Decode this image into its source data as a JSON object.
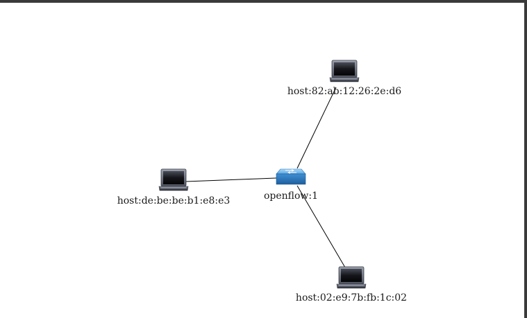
{
  "topology": {
    "switch": {
      "id": "s1",
      "label": "openflow:1",
      "icon": "switch-icon",
      "color": "#3d8fd0"
    },
    "hosts": [
      {
        "id": "h1",
        "label": "host:82:ab:12:26:2e:d6",
        "icon": "laptop-icon"
      },
      {
        "id": "h2",
        "label": "host:de:be:be:b1:e8:e3",
        "icon": "laptop-icon"
      },
      {
        "id": "h3",
        "label": "host:02:e9:7b:fb:1c:02",
        "icon": "laptop-icon"
      }
    ],
    "links": [
      {
        "from": "s1",
        "to": "h1"
      },
      {
        "from": "s1",
        "to": "h2"
      },
      {
        "from": "s1",
        "to": "h3"
      }
    ]
  }
}
